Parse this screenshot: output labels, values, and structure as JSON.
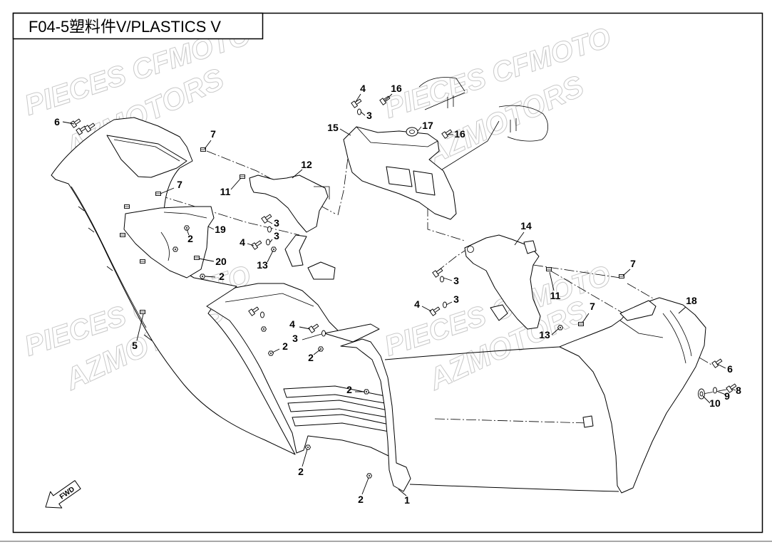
{
  "title": "F04-5塑料件V/PLASTICS V",
  "watermark": {
    "line1": "PIECES CFMOTO",
    "line2": "AZMOTORS"
  },
  "fwd_label": "FWD",
  "callouts": [
    "6",
    "7",
    "4",
    "16",
    "3",
    "15",
    "17",
    "16",
    "12",
    "11",
    "7",
    "19",
    "2",
    "20",
    "2",
    "3",
    "3",
    "4",
    "13",
    "14",
    "7",
    "3",
    "3",
    "11",
    "4",
    "18",
    "7",
    "13",
    "5",
    "4",
    "2",
    "3",
    "2",
    "6",
    "8",
    "9",
    "10",
    "2",
    "2",
    "2",
    "1"
  ]
}
